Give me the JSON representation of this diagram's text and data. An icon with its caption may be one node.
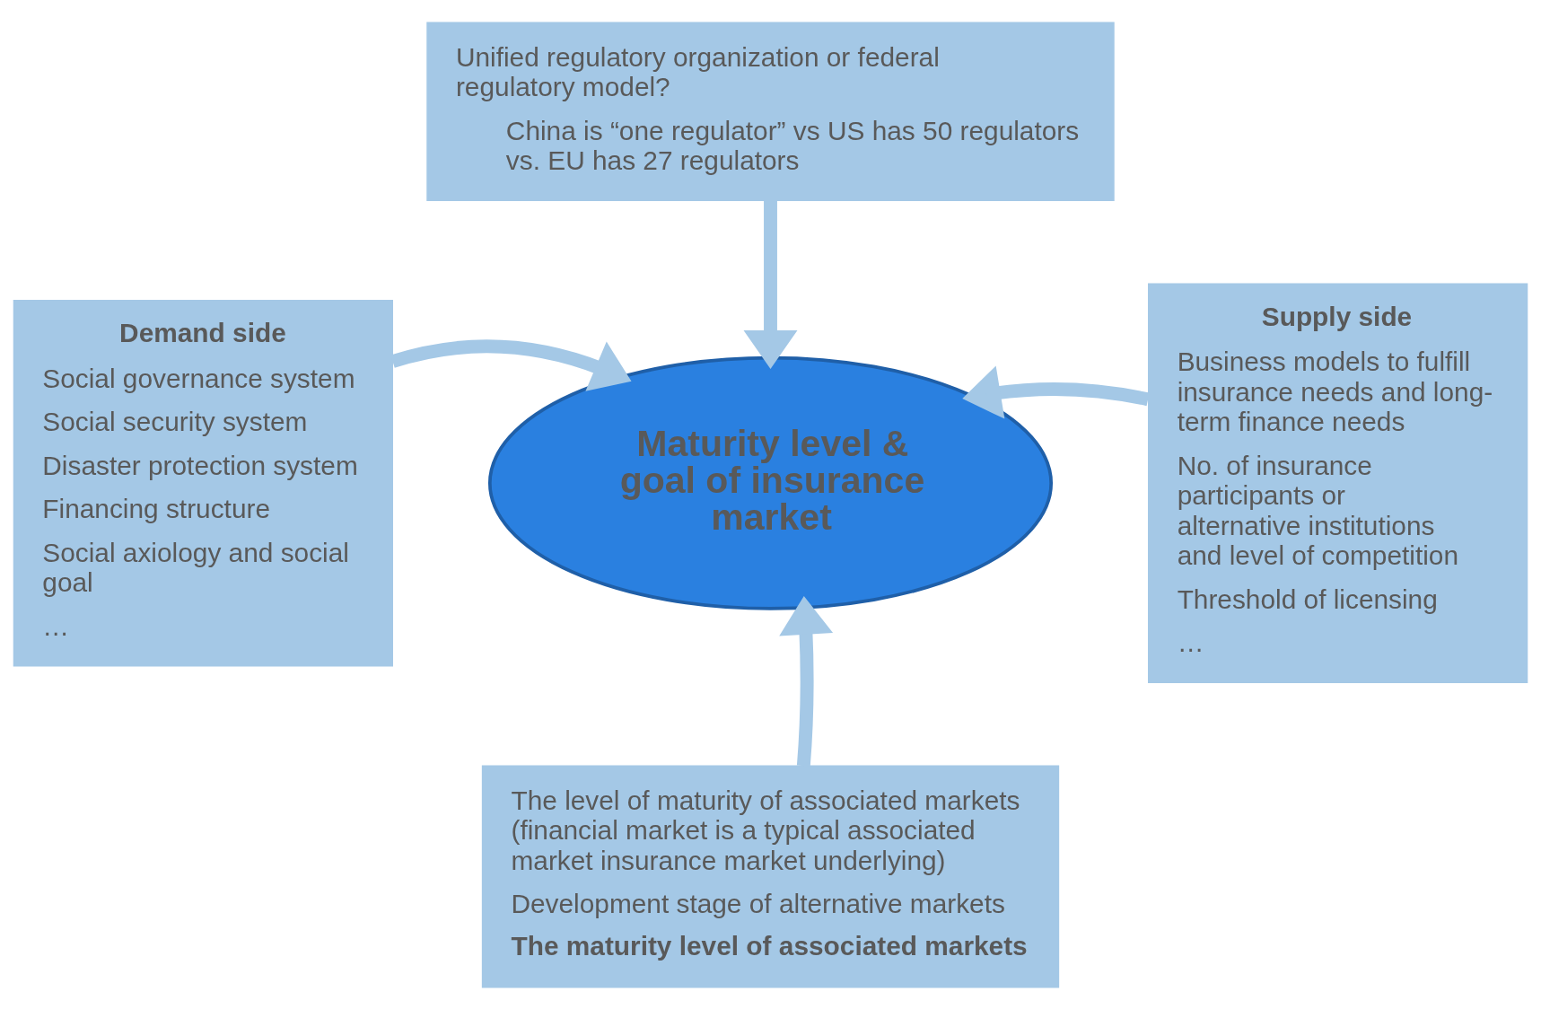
{
  "diagram": {
    "nodes": [
      {
        "text": [
          "Unified regulatory organization or federal regulatory model?",
          "China is “one regulator” vs US has 50 regulators vs. EU has 27 regulators"
        ]
      },
      {
        "text": [
          "Demand side",
          "Social governance system",
          "Social security system",
          "Disaster protection system",
          "Financing structure",
          "Social axiology and social goal",
          "…"
        ]
      },
      {
        "text": [
          "Maturity level & goal of insurance market"
        ]
      },
      {
        "text": [
          "Supply side",
          "Business models to fulfill insurance needs and long-term finance needs",
          "No. of insurance participants or alternative institutions and level of competition",
          "Threshold of licensing",
          "…"
        ]
      },
      {
        "text": [
          "The level of maturity of associated markets (financial market is a typical associated market insurance market underlying)",
          "Development stage of alternative markets",
          "The maturity level of associated markets"
        ]
      }
    ],
    "edges": [
      {
        "from": 0,
        "to": 2,
        "arrow": "to"
      },
      {
        "from": 1,
        "to": 2,
        "arrow": "to"
      },
      {
        "from": 3,
        "to": 2,
        "arrow": "to"
      },
      {
        "from": 4,
        "to": 2,
        "arrow": "to"
      }
    ]
  }
}
